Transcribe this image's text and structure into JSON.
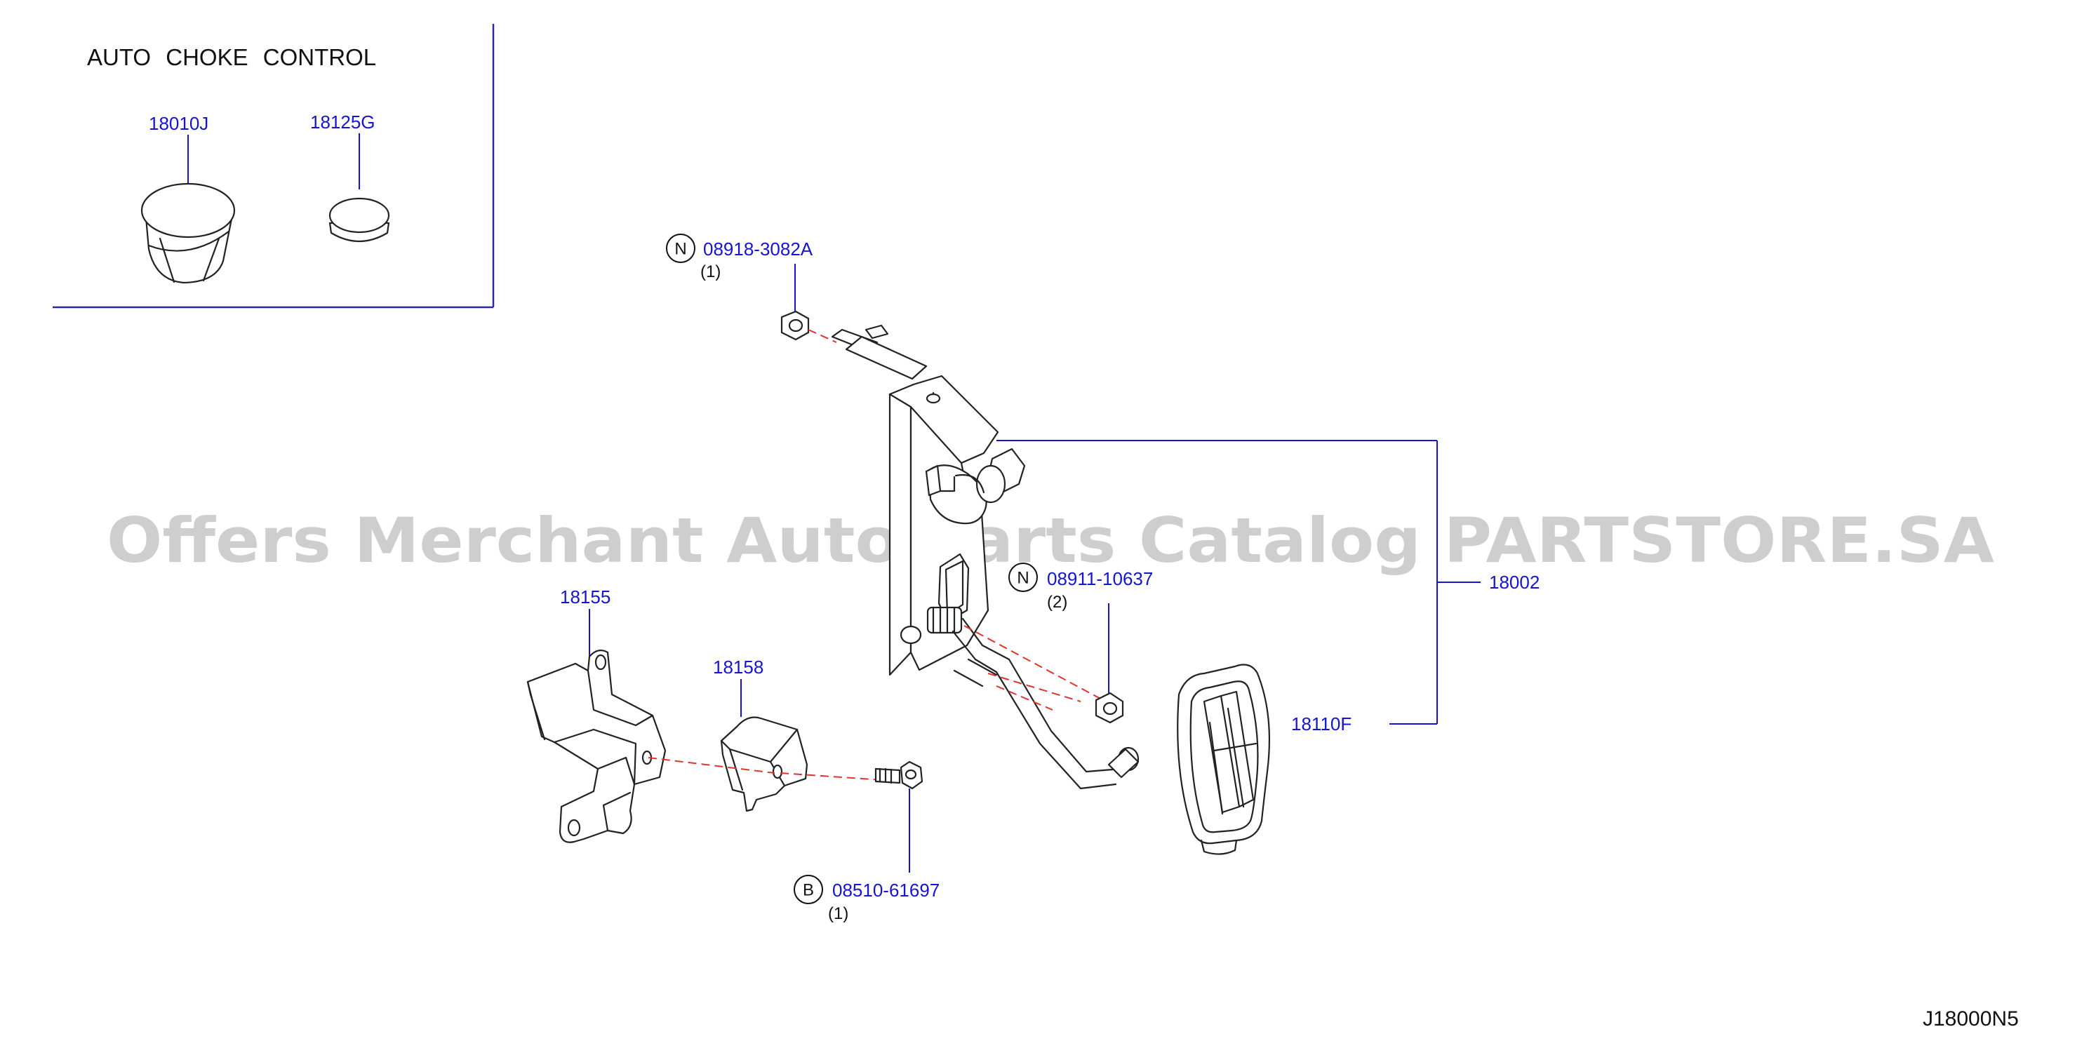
{
  "inset": {
    "title": "AUTO   CHOKE   CONTROL",
    "parts": [
      "18010J",
      "18125G"
    ]
  },
  "watermark": "Offers Merchant Auto Parts Catalog PARTSTORE.SA",
  "callouts": {
    "nut_top": {
      "marker": "N",
      "part": "08918-3082A",
      "qty": "(1)"
    },
    "nut_mid": {
      "marker": "N",
      "part": "08911-10637",
      "qty": "(2)"
    },
    "bolt": {
      "marker": "B",
      "part": "08510-61697",
      "qty": "(1)"
    },
    "bracket_large": "18155",
    "bracket_small": "18158",
    "pedal_assy": "18002",
    "pedal_pad": "18110F"
  },
  "diagram_code": "J18000N5"
}
